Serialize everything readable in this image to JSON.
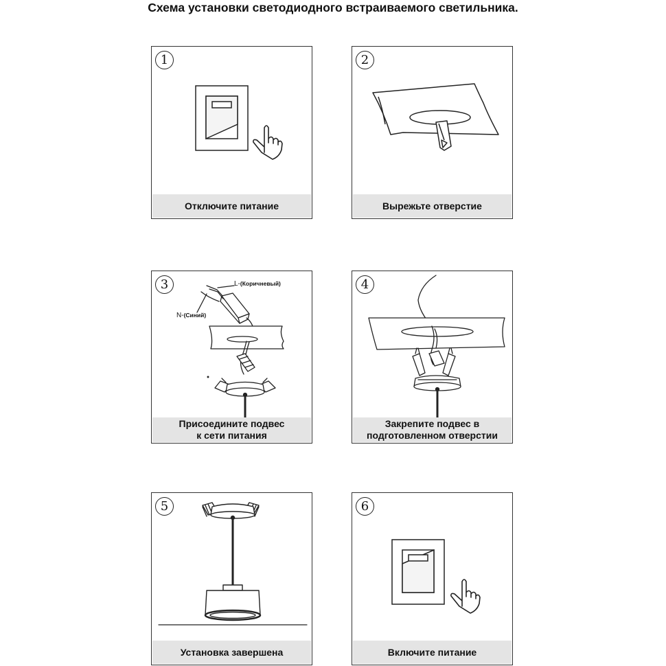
{
  "title": "Схема установки светодиодного встраиваемого светильника.",
  "steps": [
    {
      "number": "1",
      "caption": "Отключите питание"
    },
    {
      "number": "2",
      "caption": "Вырежьте отверстие"
    },
    {
      "number": "3",
      "caption": "Присоедините подвес\nк сети питания"
    },
    {
      "number": "4",
      "caption": "Закрепите подвес в\nподготовленном отверстии"
    },
    {
      "number": "5",
      "caption": "Установка завершена"
    },
    {
      "number": "6",
      "caption": "Включите питание"
    }
  ],
  "wires": {
    "l_prefix": "L-",
    "l_color": "(Коричневый)",
    "n_prefix": "N-",
    "n_color": "(Синий)"
  }
}
